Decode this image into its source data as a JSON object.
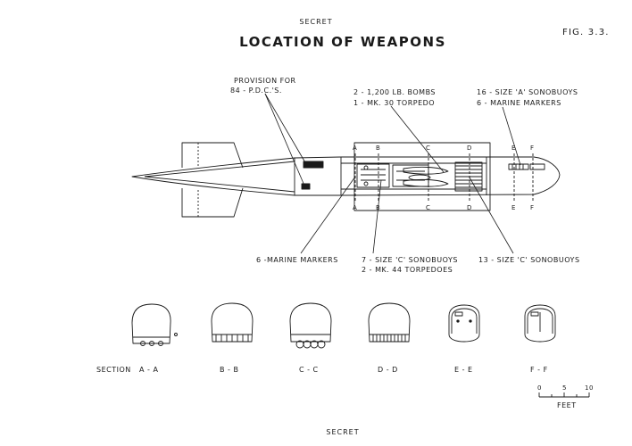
{
  "header": {
    "classification": "SECRET",
    "title": "LOCATION OF WEAPONS",
    "figure": "FIG. 3.3."
  },
  "footer": {
    "classification": "SECRET"
  },
  "callouts": {
    "pdc_line1": "PROVISION FOR",
    "pdc_line2": "84 - P.D.C.'S.",
    "bombs_line1": "2 - 1,200 LB. BOMBS",
    "bombs_line2": "1 - MK. 30 TORPEDO",
    "sonobuoy_a_line1": "16 - SIZE 'A' SONOBUOYS",
    "sonobuoy_a_line2": "6 - MARINE MARKERS",
    "marine_markers": "6 -MARINE MARKERS",
    "sonobuoy_c7_line1": "7 - SIZE 'C' SONOBUOYS",
    "sonobuoy_c7_line2": "2 - MK. 44 TORPEDOES",
    "sonobuoy_c13": "13 - SIZE 'C' SONOBUOYS"
  },
  "section_markers": [
    "A",
    "B",
    "C",
    "D",
    "E",
    "F"
  ],
  "sections": {
    "prefix": "SECTION",
    "labels": [
      "A - A",
      "B - B",
      "C - C",
      "D - D",
      "E - E",
      "F - F"
    ]
  },
  "scale": {
    "ticks": [
      "0",
      "5",
      "10"
    ],
    "unit": "FEET"
  }
}
